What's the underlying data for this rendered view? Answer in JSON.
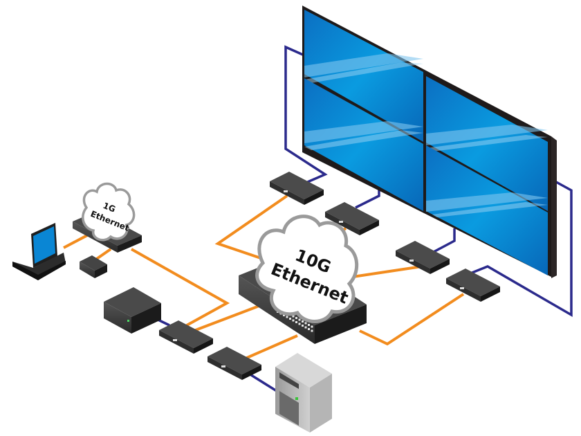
{
  "title": "Video wall network topology",
  "colors": {
    "fiber_link": "#f28c1e",
    "video_link": "#2b2a8c",
    "screen": "#0a7fd0",
    "device_body": "#3a3a3a",
    "cloud_fill": "#ffffff",
    "cloud_stroke": "#9a9a9a"
  },
  "clouds": [
    {
      "id": "core",
      "line1": "10G",
      "line2": "Ethernet"
    },
    {
      "id": "edge",
      "line1": "1G",
      "line2": "Ethernet"
    }
  ],
  "nodes": [
    {
      "id": "core-switch",
      "type": "network-switch",
      "label": "10G Ethernet switch"
    },
    {
      "id": "edge-switch",
      "type": "network-switch",
      "label": "1G Ethernet switch"
    },
    {
      "id": "video-wall",
      "type": "display-wall",
      "label": "2x2 video wall",
      "rows": 2,
      "cols": 2
    },
    {
      "id": "laptop",
      "type": "laptop"
    },
    {
      "id": "controller",
      "type": "small-controller"
    },
    {
      "id": "media-player",
      "type": "media-player"
    },
    {
      "id": "server",
      "type": "tower-server"
    },
    {
      "id": "decoder-1",
      "type": "decoder"
    },
    {
      "id": "decoder-2",
      "type": "decoder"
    },
    {
      "id": "decoder-3",
      "type": "decoder"
    },
    {
      "id": "decoder-4",
      "type": "decoder"
    },
    {
      "id": "encoder-1",
      "type": "encoder"
    },
    {
      "id": "encoder-2",
      "type": "encoder"
    }
  ],
  "links": [
    {
      "from": "laptop",
      "to": "edge-switch",
      "kind": "fiber"
    },
    {
      "from": "controller",
      "to": "edge-switch",
      "kind": "fiber"
    },
    {
      "from": "edge-switch",
      "to": "core-switch",
      "kind": "fiber"
    },
    {
      "from": "core-switch",
      "to": "decoder-1",
      "kind": "fiber"
    },
    {
      "from": "core-switch",
      "to": "decoder-2",
      "kind": "fiber"
    },
    {
      "from": "core-switch",
      "to": "decoder-3",
      "kind": "fiber"
    },
    {
      "from": "core-switch",
      "to": "decoder-4",
      "kind": "fiber"
    },
    {
      "from": "core-switch",
      "to": "encoder-1",
      "kind": "fiber"
    },
    {
      "from": "core-switch",
      "to": "encoder-2",
      "kind": "fiber"
    },
    {
      "from": "decoder-1",
      "to": "video-wall",
      "kind": "video"
    },
    {
      "from": "decoder-2",
      "to": "video-wall",
      "kind": "video"
    },
    {
      "from": "decoder-3",
      "to": "video-wall",
      "kind": "video"
    },
    {
      "from": "decoder-4",
      "to": "video-wall",
      "kind": "video"
    },
    {
      "from": "media-player",
      "to": "encoder-1",
      "kind": "video"
    },
    {
      "from": "server",
      "to": "encoder-2",
      "kind": "video"
    }
  ]
}
